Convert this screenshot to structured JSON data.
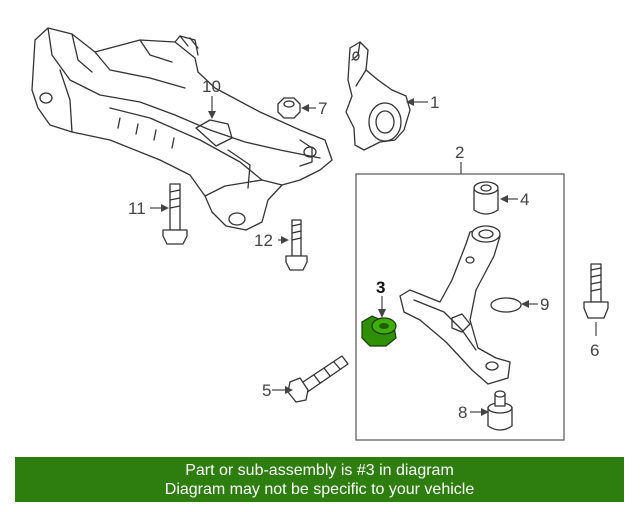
{
  "colors": {
    "highlight_part": "#2f8f06",
    "footer_background": "#2e7d0f",
    "footer_text": "#ffffff",
    "line_art": "#333333"
  },
  "callouts": [
    {
      "id": "1",
      "text": "1"
    },
    {
      "id": "2",
      "text": "2"
    },
    {
      "id": "3",
      "text": "3"
    },
    {
      "id": "4",
      "text": "4"
    },
    {
      "id": "5",
      "text": "5"
    },
    {
      "id": "6",
      "text": "6"
    },
    {
      "id": "7",
      "text": "7"
    },
    {
      "id": "8",
      "text": "8"
    },
    {
      "id": "9",
      "text": "9"
    },
    {
      "id": "10",
      "text": "10"
    },
    {
      "id": "11",
      "text": "11"
    },
    {
      "id": "12",
      "text": "12"
    }
  ],
  "highlighted_part": "3",
  "footer": {
    "line1": "Part or sub-assembly is #3 in diagram",
    "line2": "Diagram may not be specific to your vehicle"
  }
}
